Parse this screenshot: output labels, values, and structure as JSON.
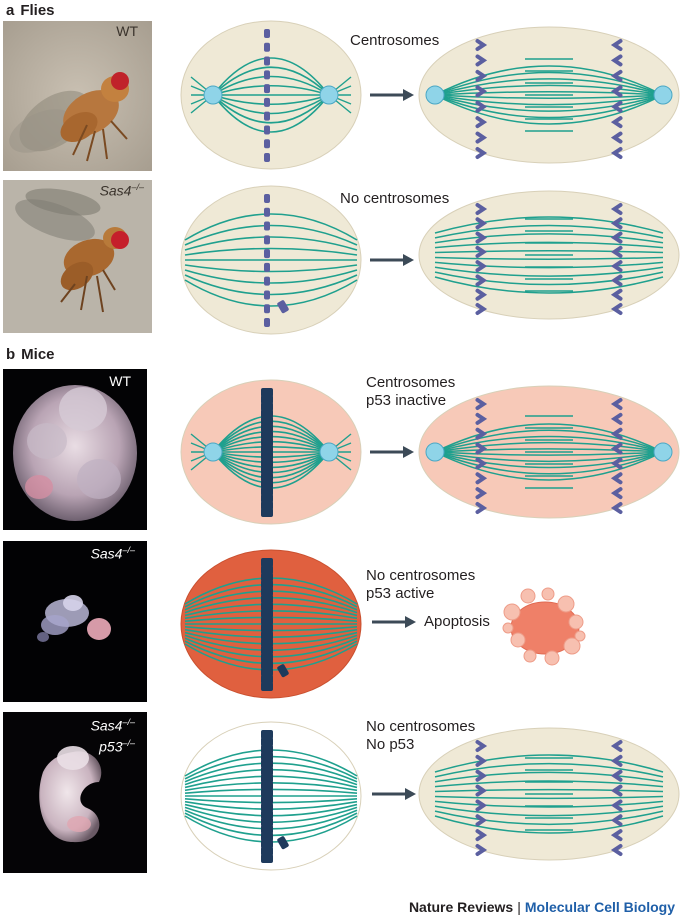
{
  "panels": {
    "a": {
      "letter": "a",
      "title": "Flies"
    },
    "b": {
      "letter": "b",
      "title": "Mice"
    }
  },
  "flies": {
    "wt_label": "WT",
    "mutant_label": "Sas4",
    "mutant_sup": "–/–",
    "row1_condition": "Centrosomes",
    "row2_condition": "No centrosomes"
  },
  "mice": {
    "wt_label": "WT",
    "mutant_label": "Sas4",
    "mutant_sup": "–/–",
    "double_label_1": "Sas4",
    "double_label_1_sup": "–/–",
    "double_label_2": "p53",
    "double_label_2_sup": "–/–",
    "row1_condition_1": "Centrosomes",
    "row1_condition_2": "p53 inactive",
    "row2_condition_1": "No centrosomes",
    "row2_condition_2": "p53 active",
    "row2_outcome": "Apoptosis",
    "row3_condition_1": "No centrosomes",
    "row3_condition_2": "No p53"
  },
  "footer": {
    "journal": "Nature Reviews",
    "separator": "|",
    "subjournal": "Molecular Cell Biology"
  },
  "colors": {
    "spindle": "#1fa08e",
    "chromosome": "#5b5fa0",
    "chromosome_dark": "#1e3a5c",
    "cell_beige": "#efe9d6",
    "cell_pink": "#f7c9b8",
    "cell_red": "#e0603f",
    "centrosome": "#8fd4e8",
    "arrow": "#3c4a57",
    "apoptotic": "#ef8068"
  }
}
